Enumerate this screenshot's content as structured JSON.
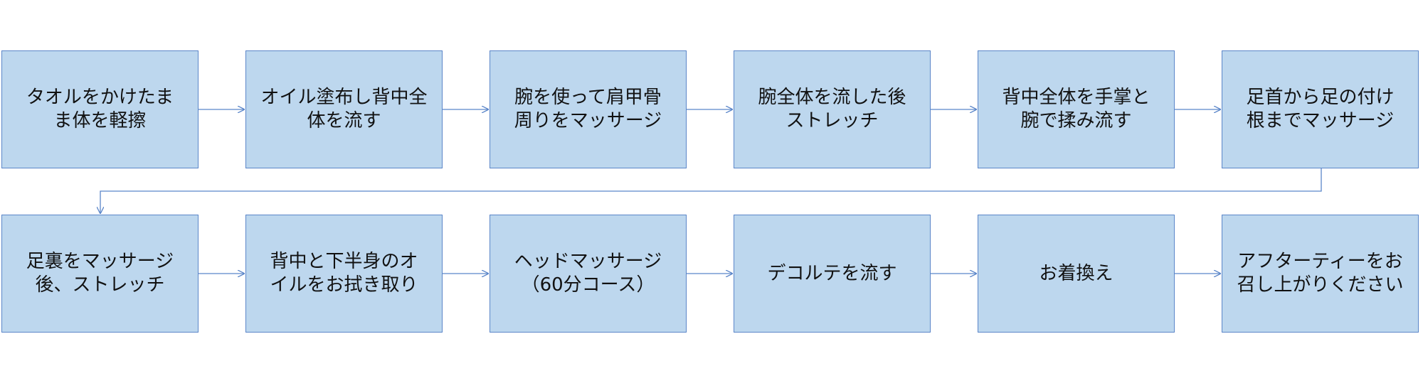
{
  "colors": {
    "box_fill": "#bdd7ee",
    "box_border": "#5b86c9",
    "connector": "#5b86c9",
    "text": "#111111"
  },
  "steps": [
    {
      "label": "タオルをかけたま\nま体を軽擦"
    },
    {
      "label": "オイル塗布し背中全\n体を流す"
    },
    {
      "label": "腕を使って肩甲骨\n周りをマッサージ"
    },
    {
      "label": "腕全体を流した後\nストレッチ"
    },
    {
      "label": "背中全体を手掌と\n腕で揉み流す"
    },
    {
      "label": "足首から足の付け\n根までマッサージ"
    },
    {
      "label": "足裏をマッサージ\n後、ストレッチ"
    },
    {
      "label": "背中と下半身のオ\nイルをお拭き取り"
    },
    {
      "label": "ヘッドマッサージ\n（60分コース）"
    },
    {
      "label": "デコルテを流す"
    },
    {
      "label": "お着換え"
    },
    {
      "label": "アフターティーをお\n召し上がりください"
    }
  ]
}
